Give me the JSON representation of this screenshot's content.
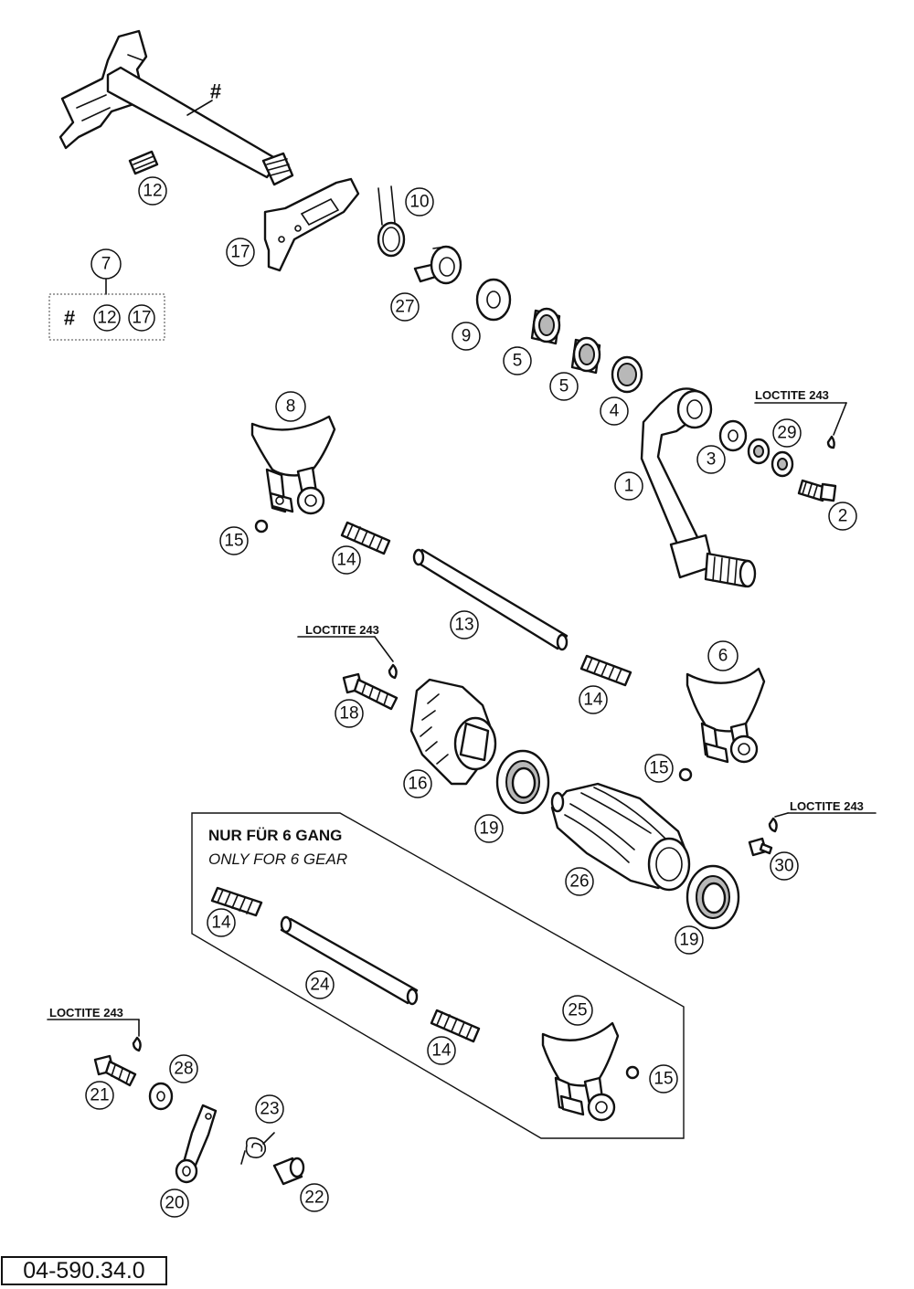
{
  "diagram": {
    "shaft_marker": "#",
    "kit_box": {
      "label": "7",
      "contents": [
        "#",
        "12",
        "17"
      ]
    },
    "optional_box": {
      "title": "NUR FÜR 6 GANG",
      "subtitle": "ONLY FOR 6 GEAR"
    },
    "adhesive_notes": [
      "LOCTITE 243",
      "LOCTITE 243",
      "LOCTITE 243",
      "LOCTITE 243"
    ],
    "part_callouts": [
      "12",
      "10",
      "17",
      "27",
      "9",
      "5",
      "5",
      "4",
      "8",
      "3",
      "29",
      "2",
      "1",
      "15",
      "14",
      "13",
      "6",
      "18",
      "14",
      "16",
      "15",
      "19",
      "30",
      "26",
      "19",
      "14",
      "24",
      "25",
      "14",
      "21",
      "28",
      "15",
      "23",
      "20",
      "22"
    ],
    "drawing_number": "04-590.34.0"
  }
}
